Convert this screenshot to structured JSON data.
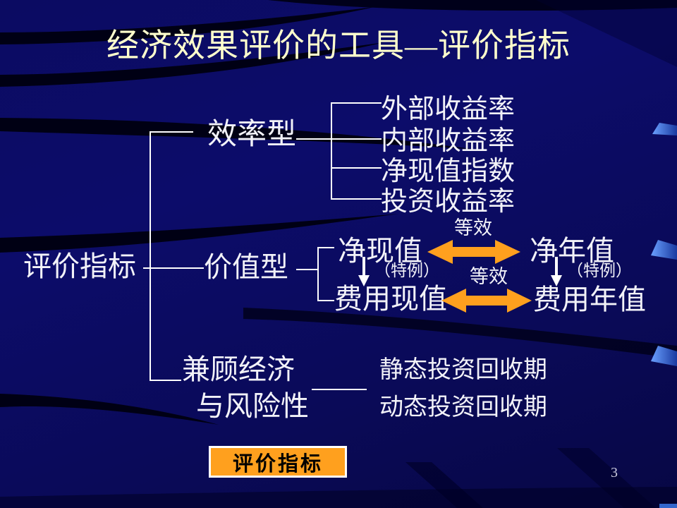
{
  "slide": {
    "title": "经济效果评价的工具—评价指标",
    "page_number": "3"
  },
  "tree": {
    "root": "评价指标",
    "efficiency": {
      "label": "效率型",
      "items": [
        "外部收益率",
        "内部收益率",
        "净现值指数",
        "投资收益率"
      ]
    },
    "value": {
      "label": "价值型",
      "net_present_value": "净现值",
      "net_annual_value": "净年值",
      "cost_present_value": "费用现值",
      "cost_annual_value": "费用年值",
      "equivalence_label": "等效",
      "special_case_label": "（特例）"
    },
    "risk": {
      "label_line1": "兼顾经济",
      "label_line2": "与风险性",
      "items": [
        "静态投资回收期",
        "动态投资回收期"
      ]
    }
  },
  "footer_box": {
    "label": "评价指标"
  },
  "colors": {
    "background": "#0a0a5e",
    "title_text": "#ffffcc",
    "body_text": "#ffffff",
    "accent_orange": "#ffa01e",
    "box_text": "#000000"
  }
}
